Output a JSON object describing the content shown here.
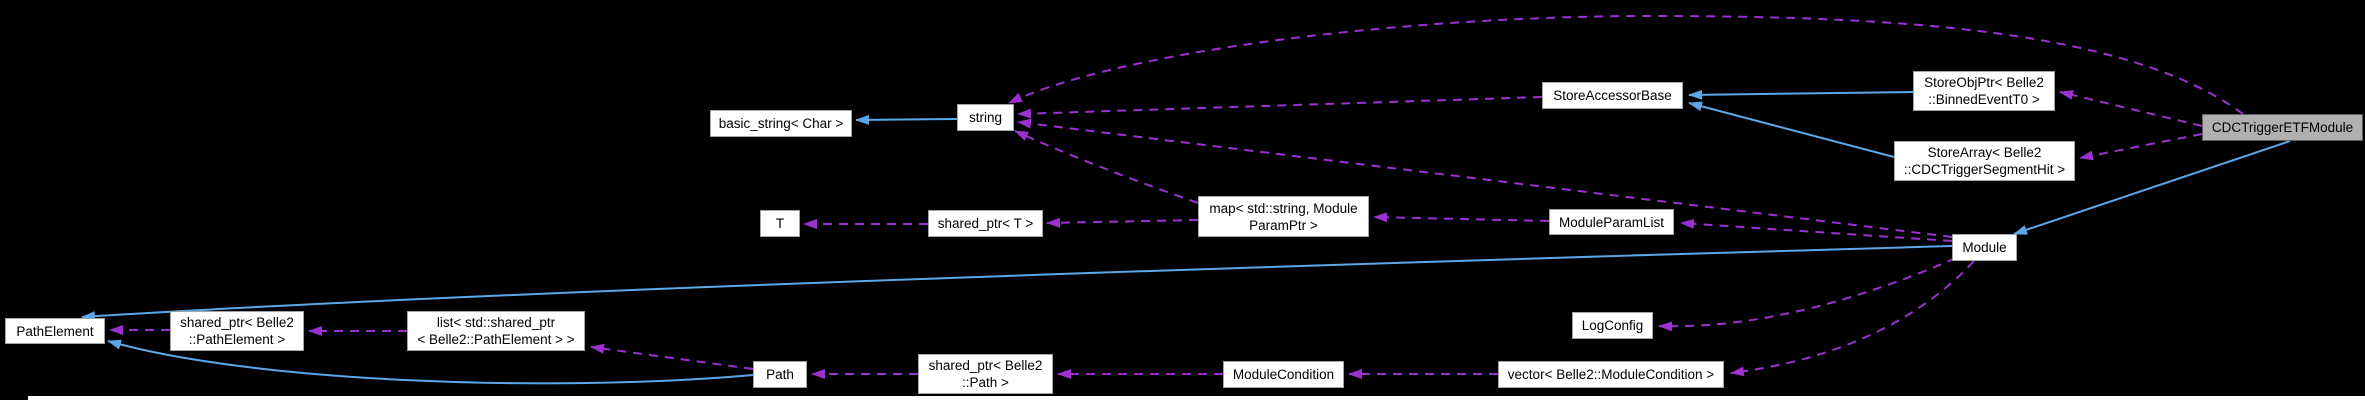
{
  "diagram": {
    "kind": "collaboration-graph",
    "highlighted_node": "CDCTriggerETFModule",
    "colors": {
      "background": "#000000",
      "inheritance_edge": "#5ca7e8",
      "usage_edge": "#9c30d0",
      "node_background": "#ffffff",
      "node_border": "#a0a4a6",
      "node_text": "#000000",
      "highlight_background": "#b0b0b0",
      "highlight_border": "#5a5f61",
      "page_strip": "#ffffff"
    },
    "nodes": [
      {
        "id": "path_element",
        "label": "PathElement"
      },
      {
        "id": "shared_ptr_path_element",
        "label": "shared_ptr< Belle2\n::PathElement >"
      },
      {
        "id": "list_shared_ptr_path_element",
        "label": "list< std::shared_ptr\n< Belle2::PathElement > >"
      },
      {
        "id": "basic_string",
        "label": "basic_string< Char >"
      },
      {
        "id": "t",
        "label": "T"
      },
      {
        "id": "path",
        "label": "Path"
      },
      {
        "id": "string",
        "label": "string"
      },
      {
        "id": "shared_ptr_t",
        "label": "shared_ptr< T >"
      },
      {
        "id": "shared_ptr_path",
        "label": "shared_ptr< Belle2\n::Path >"
      },
      {
        "id": "map_param",
        "label": "map< std::string, Module\nParamPtr >"
      },
      {
        "id": "module_condition",
        "label": "ModuleCondition"
      },
      {
        "id": "store_accessor_base",
        "label": "StoreAccessorBase"
      },
      {
        "id": "module_param_list",
        "label": "ModuleParamList"
      },
      {
        "id": "log_config",
        "label": "LogConfig"
      },
      {
        "id": "vector_module_condition",
        "label": "vector< Belle2::ModuleCondition >"
      },
      {
        "id": "store_obj_ptr",
        "label": "StoreObjPtr< Belle2\n::BinnedEventT0 >"
      },
      {
        "id": "store_array",
        "label": "StoreArray< Belle2\n::CDCTriggerSegmentHit >"
      },
      {
        "id": "module",
        "label": "Module"
      },
      {
        "id": "cdc_trigger_etf_module",
        "label": "CDCTriggerETFModule",
        "highlight": true
      }
    ],
    "edges": [
      {
        "from": "string",
        "to": "basic_string",
        "type": "inheritance"
      },
      {
        "from": "store_obj_ptr",
        "to": "store_accessor_base",
        "type": "inheritance"
      },
      {
        "from": "store_array",
        "to": "store_accessor_base",
        "type": "inheritance"
      },
      {
        "from": "cdc_trigger_etf_module",
        "to": "module",
        "type": "inheritance"
      },
      {
        "from": "module",
        "to": "path_element",
        "type": "inheritance"
      },
      {
        "from": "path",
        "to": "path_element",
        "type": "inheritance"
      },
      {
        "from": "shared_ptr_t",
        "to": "t",
        "type": "usage"
      },
      {
        "from": "map_param",
        "to": "shared_ptr_t",
        "type": "usage"
      },
      {
        "from": "map_param",
        "to": "string",
        "type": "usage"
      },
      {
        "from": "module_param_list",
        "to": "map_param",
        "type": "usage"
      },
      {
        "from": "module",
        "to": "module_param_list",
        "type": "usage"
      },
      {
        "from": "module",
        "to": "string",
        "type": "usage"
      },
      {
        "from": "store_accessor_base",
        "to": "string",
        "type": "usage"
      },
      {
        "from": "cdc_trigger_etf_module",
        "to": "string",
        "type": "usage"
      },
      {
        "from": "cdc_trigger_etf_module",
        "to": "store_obj_ptr",
        "type": "usage"
      },
      {
        "from": "cdc_trigger_etf_module",
        "to": "store_array",
        "type": "usage"
      },
      {
        "from": "shared_ptr_path_element",
        "to": "path_element",
        "type": "usage"
      },
      {
        "from": "list_shared_ptr_path_element",
        "to": "shared_ptr_path_element",
        "type": "usage"
      },
      {
        "from": "path",
        "to": "list_shared_ptr_path_element",
        "type": "usage"
      },
      {
        "from": "shared_ptr_path",
        "to": "path",
        "type": "usage"
      },
      {
        "from": "module_condition",
        "to": "shared_ptr_path",
        "type": "usage"
      },
      {
        "from": "vector_module_condition",
        "to": "module_condition",
        "type": "usage"
      },
      {
        "from": "module",
        "to": "vector_module_condition",
        "type": "usage"
      },
      {
        "from": "module",
        "to": "log_config",
        "type": "usage"
      }
    ]
  }
}
